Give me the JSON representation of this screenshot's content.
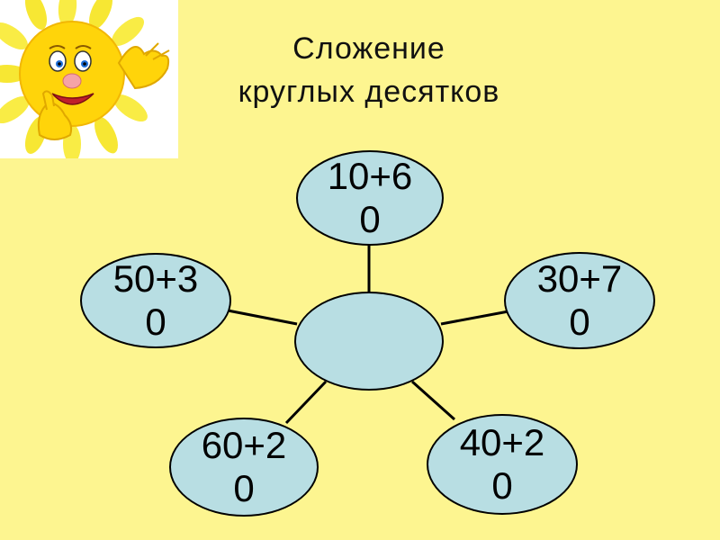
{
  "title": {
    "line1": "Сложение",
    "line2": "круглых десятков"
  },
  "mascot": {
    "icon": "sun-mascot-icon"
  },
  "center_node": {
    "text": ""
  },
  "nodes": [
    {
      "id": "top",
      "line1": "10+6",
      "line2": "0"
    },
    {
      "id": "right",
      "line1": "30+7",
      "line2": "0"
    },
    {
      "id": "left",
      "line1": "50+3",
      "line2": "0"
    },
    {
      "id": "bottom-left",
      "line1": "60+2",
      "line2": "0"
    },
    {
      "id": "bottom-right",
      "line1": "40+2",
      "line2": "0"
    }
  ],
  "colors": {
    "background": "#FDF590",
    "node_fill": "#B8DEE3",
    "node_stroke": "#000000",
    "sun_rays": "#F5E21A",
    "sun_face": "#FFD40A"
  }
}
